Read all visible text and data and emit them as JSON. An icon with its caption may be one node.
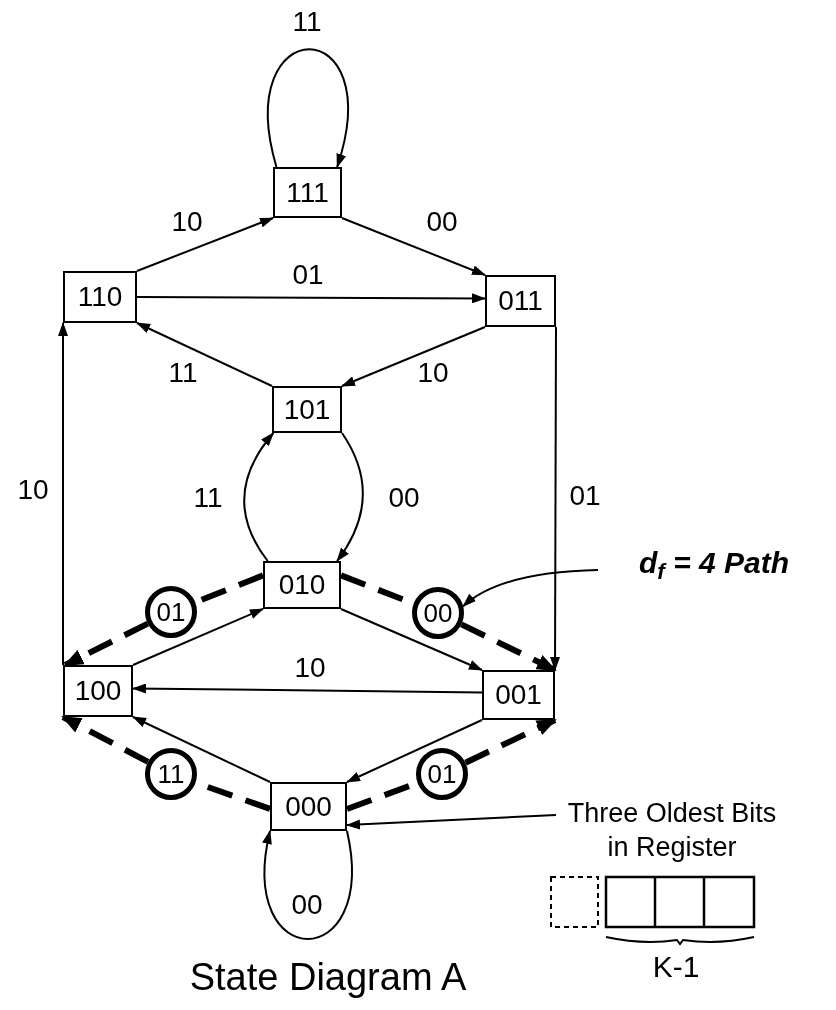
{
  "diagram": {
    "caption": "State Diagram A",
    "nodes": [
      {
        "text": [
          "111"
        ]
      },
      {
        "text": [
          "110"
        ]
      },
      {
        "text": [
          "011"
        ]
      },
      {
        "text": [
          "101"
        ]
      },
      {
        "text": [
          "010"
        ]
      },
      {
        "text": [
          "100"
        ]
      },
      {
        "text": [
          "001"
        ]
      },
      {
        "text": [
          "000"
        ]
      },
      {
        "text": [
          "01"
        ]
      },
      {
        "text": [
          "00"
        ]
      },
      {
        "text": [
          "11"
        ]
      },
      {
        "text": [
          "01"
        ]
      },
      {
        "text": [
          "d$_{f}$ = 4 Path"
        ]
      },
      {
        "text": [
          "Three Oldest Bits in Register"
        ]
      }
    ],
    "edges": [
      {
        "from": 0,
        "to": 0,
        "arrow": "to",
        "label": "11"
      },
      {
        "from": 1,
        "to": 0,
        "arrow": "to",
        "label": "10"
      },
      {
        "from": 0,
        "to": 2,
        "arrow": "to",
        "label": "00"
      },
      {
        "from": 1,
        "to": 2,
        "arrow": "to",
        "label": "01"
      },
      {
        "from": 2,
        "to": 3,
        "arrow": "to",
        "label": "10"
      },
      {
        "from": 3,
        "to": 1,
        "arrow": "to",
        "label": "11"
      },
      {
        "from": 5,
        "to": 1,
        "arrow": "to",
        "label": "10"
      },
      {
        "from": 2,
        "to": 6,
        "arrow": "to",
        "label": "01"
      },
      {
        "from": 4,
        "to": 3,
        "arrow": "to",
        "label": "11"
      },
      {
        "from": 3,
        "to": 4,
        "arrow": "to",
        "label": "00"
      },
      {
        "from": 5,
        "to": 4,
        "arrow": "to"
      },
      {
        "from": 4,
        "to": 6,
        "arrow": "to"
      },
      {
        "from": 6,
        "to": 5,
        "arrow": "to",
        "label": "10"
      },
      {
        "from": 7,
        "to": 5,
        "arrow": "to"
      },
      {
        "from": 6,
        "to": 7,
        "arrow": "to"
      },
      {
        "from": 7,
        "to": 7,
        "arrow": "to",
        "label": "00"
      },
      {
        "from": 4,
        "to": 8,
        "arrow": "none",
        "style": "dashed"
      },
      {
        "from": 8,
        "to": 5,
        "arrow": "to",
        "style": "dashed"
      },
      {
        "from": 4,
        "to": 9,
        "arrow": "none",
        "style": "dashed"
      },
      {
        "from": 9,
        "to": 6,
        "arrow": "to",
        "style": "dashed"
      },
      {
        "from": 7,
        "to": 10,
        "arrow": "none",
        "style": "dashed"
      },
      {
        "from": 10,
        "to": 5,
        "arrow": "to",
        "style": "dashed"
      },
      {
        "from": 7,
        "to": 11,
        "arrow": "none",
        "style": "dashed"
      },
      {
        "from": 11,
        "to": 6,
        "arrow": "to",
        "style": "dashed"
      },
      {
        "from": 12,
        "to": 9,
        "arrow": "to"
      },
      {
        "from": 13,
        "to": 7,
        "arrow": "to"
      }
    ],
    "labels": [
      "K-1"
    ]
  }
}
